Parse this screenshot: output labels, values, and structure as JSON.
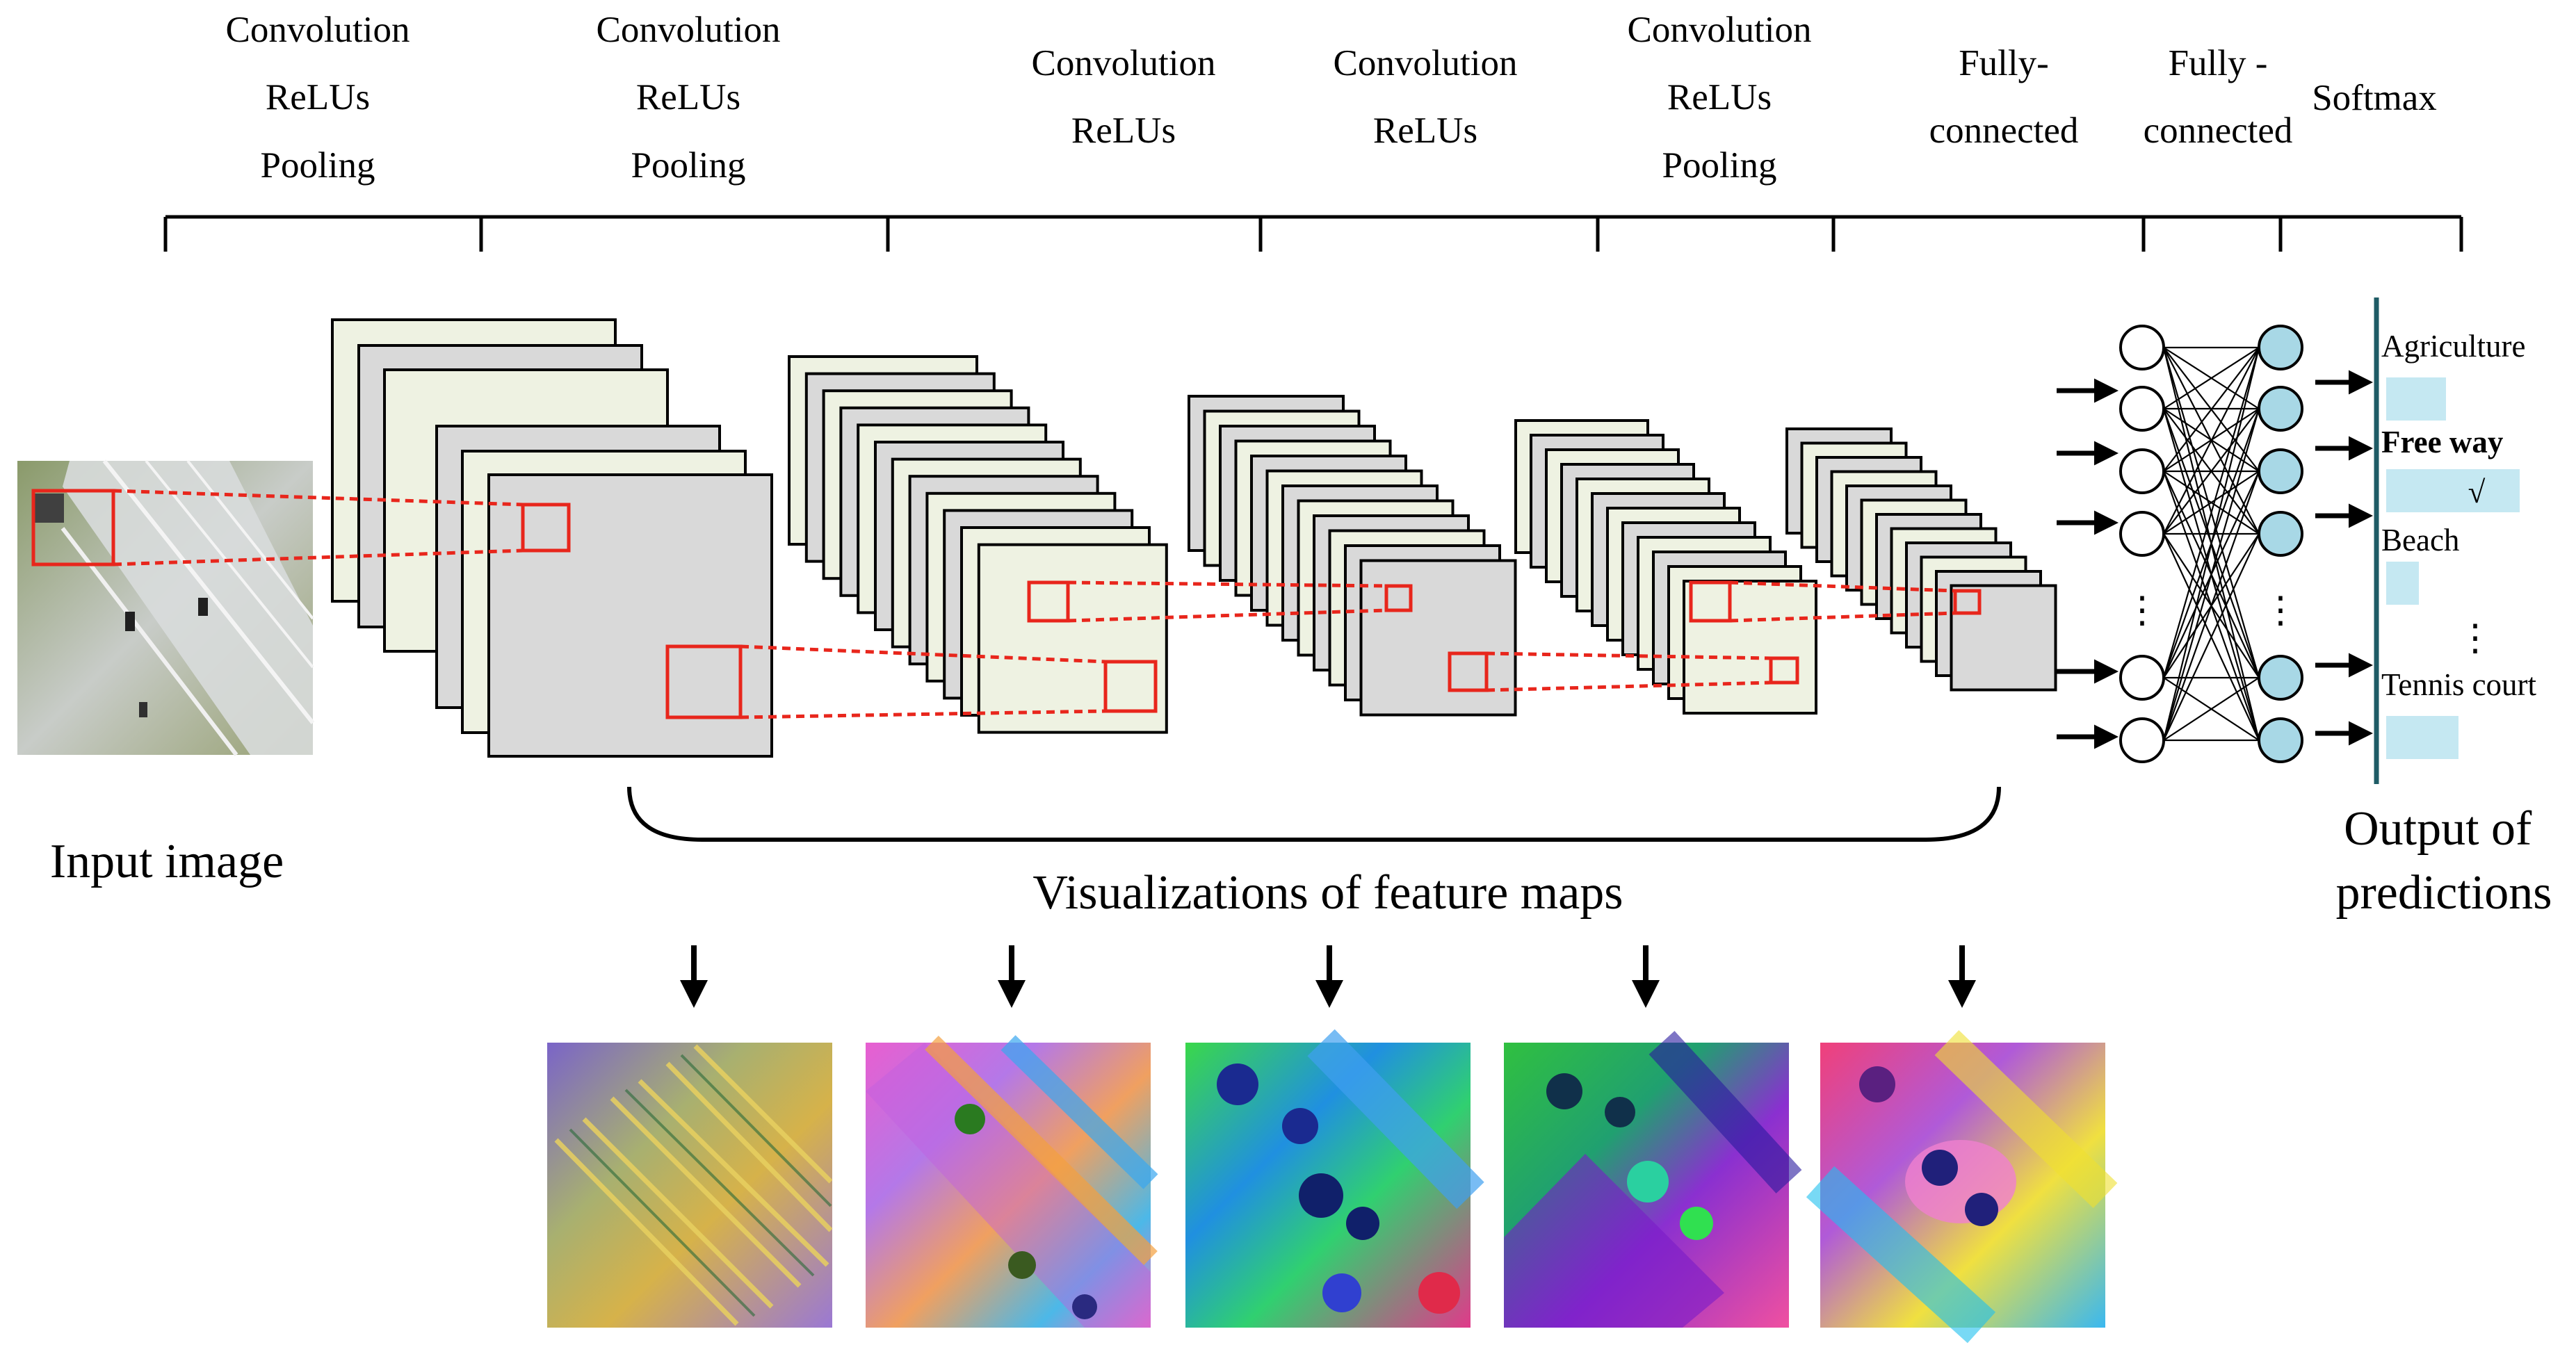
{
  "stages": [
    {
      "lines": [
        "Convolution",
        "ReLUs",
        "Pooling"
      ]
    },
    {
      "lines": [
        "Convolution",
        "ReLUs",
        "Pooling"
      ]
    },
    {
      "lines": [
        "Convolution",
        "ReLUs"
      ]
    },
    {
      "lines": [
        "Convolution",
        "ReLUs"
      ]
    },
    {
      "lines": [
        "Convolution",
        "ReLUs",
        "Pooling"
      ]
    },
    {
      "lines": [
        "Fully-",
        "connected"
      ]
    },
    {
      "lines": [
        "Fully -",
        "connected"
      ]
    },
    {
      "lines": [
        "Softmax"
      ]
    }
  ],
  "input_label": "Input image",
  "visualization_label": "Visualizations of  feature maps",
  "output_label": [
    "Output of",
    "predictions"
  ],
  "output_classes": [
    {
      "label": "Agriculture",
      "bold": false,
      "score": 0.33
    },
    {
      "label": "Free way",
      "bold": true,
      "score": 0.74,
      "check": "√"
    },
    {
      "label": "Beach",
      "bold": false,
      "score": 0.18
    },
    {
      "label": "Tennis court",
      "bold": false,
      "score": 0.4
    }
  ],
  "ellipsis": "⋮",
  "colors": {
    "map_light": "#eef2e2",
    "map_gray": "#d9d9d9",
    "receptive_field": "#e8261c",
    "node_fill": "#a8d8e6",
    "bar_fill": "#c5e8f2",
    "output_rule": "#1f5c66"
  }
}
